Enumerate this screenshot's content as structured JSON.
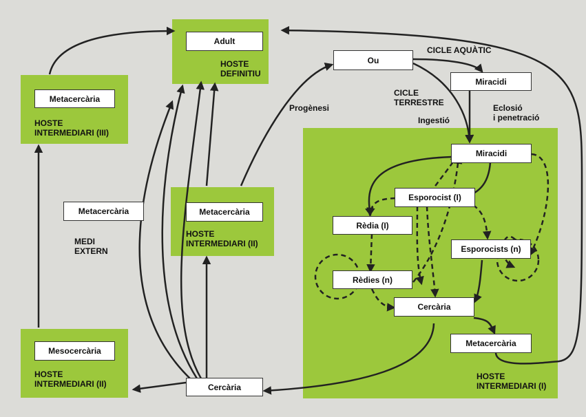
{
  "colors": {
    "green": "#9cc83c",
    "background": "#dcdcd8",
    "arrow": "#222222"
  },
  "hosts": {
    "definitive": {
      "line1": "HOSTE",
      "line2": "DEFINITIU"
    },
    "intermediate_iii": {
      "line1": "HOSTE",
      "line2": "INTERMEDIARI (III)"
    },
    "intermediate_ii_center": {
      "line1": "HOSTE",
      "line2": "INTERMEDIARI (II)"
    },
    "intermediate_ii_bottom": {
      "line1": "HOSTE",
      "line2": "INTERMEDIARI (II)"
    },
    "intermediate_i": {
      "line1": "HOSTE",
      "line2": "INTERMEDIARI (I)"
    }
  },
  "nodes": {
    "adult": "Adult",
    "ou": "Ou",
    "miracidi_top": "Miracidi",
    "miracidi_inner": "Miracidi",
    "esporocist_1": "Esporocist (I)",
    "redia_1": "Rèdia (I)",
    "esporocists_n": "Esporocists (n)",
    "redies_n": "Rèdies (n)",
    "cercaria_inner": "Cercària",
    "metacercaria_inner": "Metacercària",
    "cercaria_bottom": "Cercària",
    "metacercaria_iii": "Metacercària",
    "metacercaria_free": "Metacercària",
    "metacercaria_ii": "Metacercària",
    "mesocercaria": "Mesocercària"
  },
  "labels": {
    "cicle_aquatic": "CICLE AQUÀTIC",
    "cicle_terrestre_1": "CICLE",
    "cicle_terrestre_2": "TERRESTRE",
    "ingestio": "Ingestió",
    "eclosio_1": "Eclosió",
    "eclosio_2": "i penetració",
    "progenesi": "Progènesi",
    "medi_1": "MEDI",
    "medi_2": "EXTERN"
  }
}
